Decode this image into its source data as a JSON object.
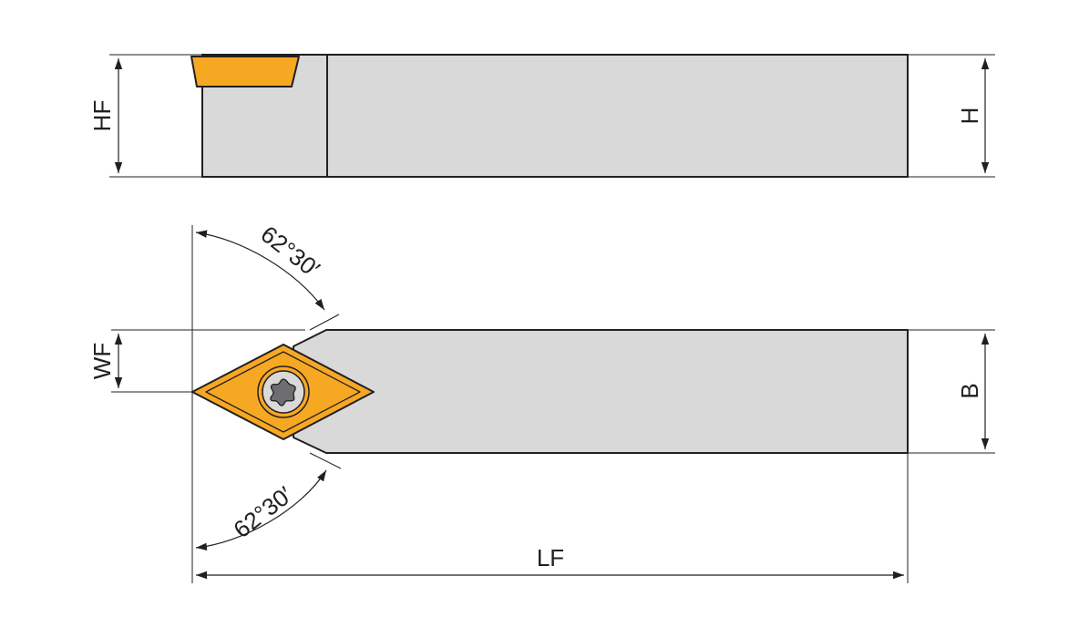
{
  "colors": {
    "body": "#d9d9da",
    "outline": "#231f20",
    "insert": "#f7a823",
    "dim_line": "#231f20",
    "background": "#ffffff"
  },
  "labels": {
    "hf": "HF",
    "h": "H",
    "wf": "WF",
    "b": "B",
    "lf": "LF",
    "angle_top": "62°30′",
    "angle_bottom": "62°30′"
  },
  "icons": {
    "screw": "torx-screw-icon"
  }
}
